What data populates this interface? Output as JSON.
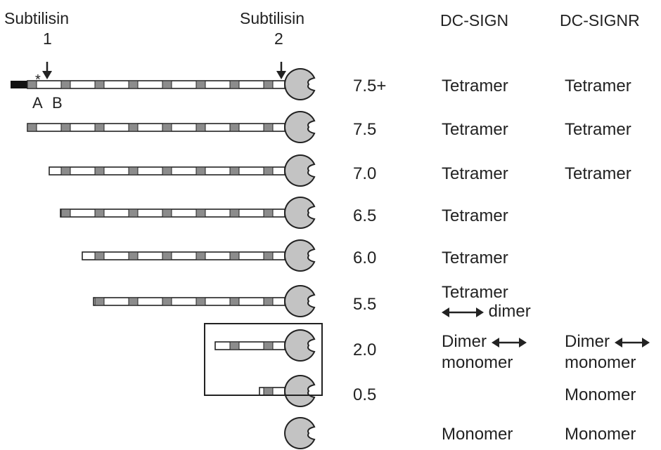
{
  "cleavage": {
    "site1": {
      "enzyme": "Subtilisin",
      "number": "1"
    },
    "site2": {
      "enzyme": "Subtilisin",
      "number": "2"
    }
  },
  "repeat_marks": {
    "star": "*",
    "a": "A",
    "b": "B"
  },
  "headers": {
    "col1": "DC-SIGN",
    "col2": "DC-SIGNR"
  },
  "rows": [
    {
      "repeats": "7.5+",
      "dc_sign": "Tetramer",
      "dc_signr": "Tetramer"
    },
    {
      "repeats": "7.5",
      "dc_sign": "Tetramer",
      "dc_signr": "Tetramer"
    },
    {
      "repeats": "7.0",
      "dc_sign": "Tetramer",
      "dc_signr": "Tetramer"
    },
    {
      "repeats": "6.5",
      "dc_sign": "Tetramer",
      "dc_signr": ""
    },
    {
      "repeats": "6.0",
      "dc_sign": "Tetramer",
      "dc_signr": ""
    },
    {
      "repeats": "5.5",
      "dc_sign_line1": "Tetramer",
      "dc_sign_line2": "dimer",
      "dc_signr": ""
    },
    {
      "repeats": "2.0",
      "dc_sign_line1": "Dimer",
      "dc_sign_line2": "monomer",
      "dc_signr_line1": "Dimer",
      "dc_signr_line2": "monomer"
    },
    {
      "repeats": "0.5",
      "dc_sign": "",
      "dc_signr": "Monomer"
    },
    {
      "repeats": "",
      "dc_sign": "Monomer",
      "dc_signr": "Monomer"
    }
  ],
  "colors": {
    "domain_fill": "#c3c3c3",
    "hinge_fill": "#8c8c8c",
    "outline": "#222222",
    "tail": "#111111"
  }
}
